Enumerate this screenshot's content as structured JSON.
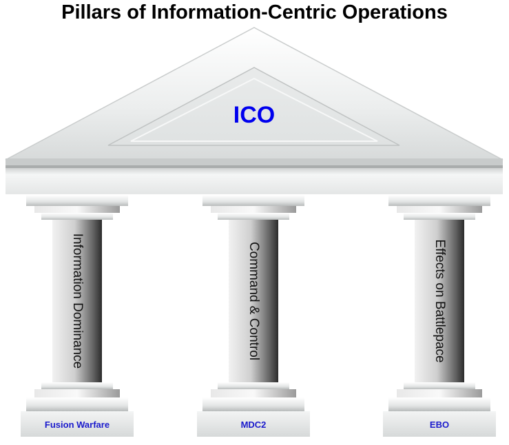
{
  "title": "Pillars of Information-Centric Operations",
  "roof": {
    "label": "ICO",
    "label_color": "#0000ee"
  },
  "pillars": [
    {
      "text": "Information Dominance",
      "base": "Fusion Warfare"
    },
    {
      "text": "Command & Control",
      "base": "MDC2"
    },
    {
      "text": "Effects on Battlepace",
      "base": "EBO"
    }
  ],
  "colors": {
    "base_label": "#1a1acc",
    "stone_light": "#f4f5f5",
    "stone_mid": "#d9dcdc",
    "stone_dark": "#8a8d8d",
    "shaft_dark": "#2e2e2e"
  }
}
